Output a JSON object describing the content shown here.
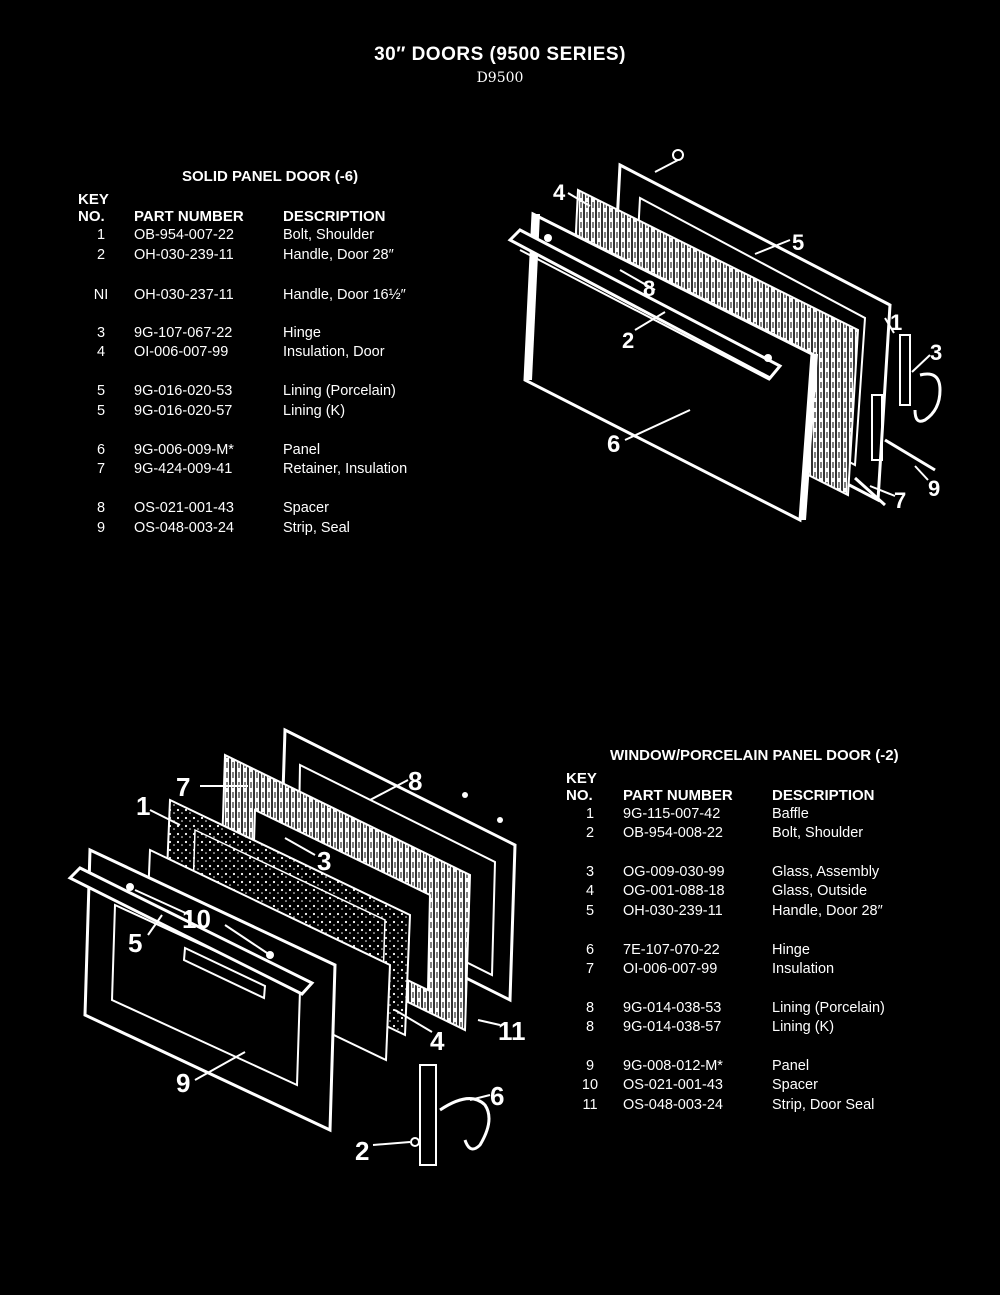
{
  "title": "30″ DOORS (9500 SERIES)",
  "subtitle": "D9500",
  "table1": {
    "heading": "SOLID PANEL DOOR (-6)",
    "key_label": [
      "KEY",
      "NO."
    ],
    "part_label": "PART NUMBER",
    "desc_label": "DESCRIPTION",
    "rows": [
      {
        "key": "1",
        "part": "OB-954-007-22",
        "desc": "Bolt, Shoulder"
      },
      {
        "key": "2",
        "part": "OH-030-239-11",
        "desc": "Handle, Door 28″"
      },
      {
        "key": "NI",
        "part": "OH-030-237-11",
        "desc": "Handle, Door 16½″"
      },
      {
        "key": "3",
        "part": "9G-107-067-22",
        "desc": "Hinge"
      },
      {
        "key": "4",
        "part": "OI-006-007-99",
        "desc": "Insulation, Door"
      },
      {
        "key": "5",
        "part": "9G-016-020-53",
        "desc": "Lining (Porcelain)"
      },
      {
        "key": "5",
        "part": "9G-016-020-57",
        "desc": "Lining (K)"
      },
      {
        "key": "6",
        "part": "9G-006-009-M*",
        "desc": "Panel"
      },
      {
        "key": "7",
        "part": "9G-424-009-41",
        "desc": "Retainer, Insulation"
      },
      {
        "key": "8",
        "part": "OS-021-001-43",
        "desc": "Spacer"
      },
      {
        "key": "9",
        "part": "OS-048-003-24",
        "desc": "Strip, Seal"
      }
    ]
  },
  "table2": {
    "heading": "WINDOW/PORCELAIN PANEL DOOR (-2)",
    "key_label": [
      "KEY",
      "NO."
    ],
    "part_label": "PART NUMBER",
    "desc_label": "DESCRIPTION",
    "rows": [
      {
        "key": "1",
        "part": "9G-115-007-42",
        "desc": "Baffle"
      },
      {
        "key": "2",
        "part": "OB-954-008-22",
        "desc": "Bolt, Shoulder"
      },
      {
        "key": "3",
        "part": "OG-009-030-99",
        "desc": "Glass, Assembly"
      },
      {
        "key": "4",
        "part": "OG-001-088-18",
        "desc": "Glass, Outside"
      },
      {
        "key": "5",
        "part": "OH-030-239-11",
        "desc": "Handle, Door 28″"
      },
      {
        "key": "6",
        "part": "7E-107-070-22",
        "desc": "Hinge"
      },
      {
        "key": "7",
        "part": "OI-006-007-99",
        "desc": "Insulation"
      },
      {
        "key": "8",
        "part": "9G-014-038-53",
        "desc": "Lining (Porcelain)"
      },
      {
        "key": "8",
        "part": "9G-014-038-57",
        "desc": "Lining (K)"
      },
      {
        "key": "9",
        "part": "9G-008-012-M*",
        "desc": "Panel"
      },
      {
        "key": "10",
        "part": "OS-021-001-43",
        "desc": "Spacer"
      },
      {
        "key": "11",
        "part": "OS-048-003-24",
        "desc": "Strip, Door Seal"
      }
    ]
  },
  "diagram1_callouts": [
    "4",
    "5",
    "8",
    "1",
    "3",
    "2",
    "6",
    "9",
    "7"
  ],
  "diagram2_callouts": [
    "7",
    "8",
    "1",
    "3",
    "10",
    "5",
    "4",
    "11",
    "9",
    "6",
    "2"
  ]
}
